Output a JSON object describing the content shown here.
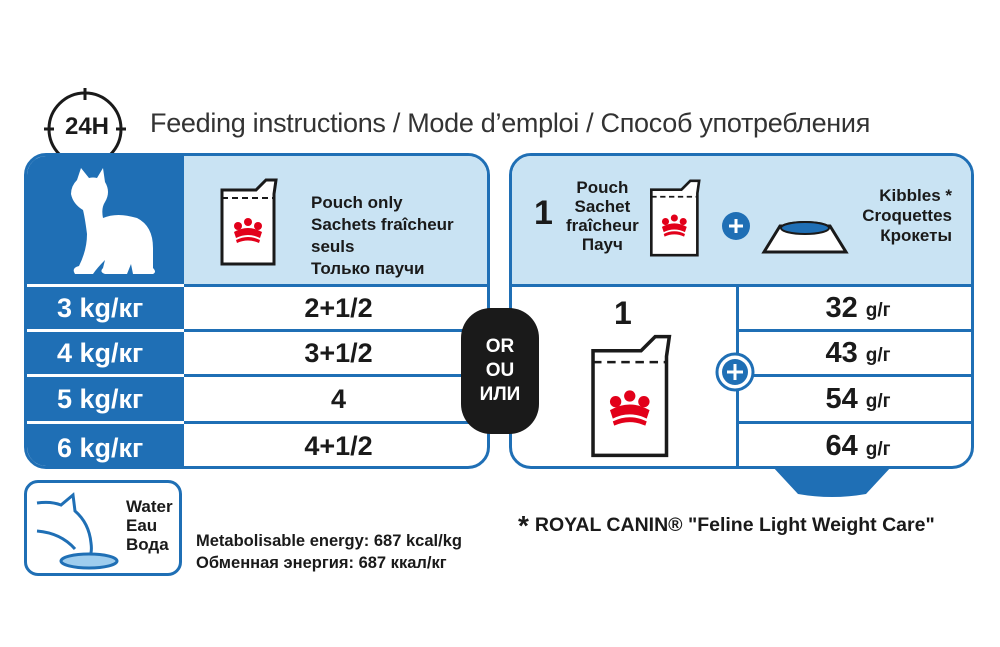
{
  "header": {
    "clock_label": "24H",
    "title": "Feeding instructions / Mode d’emploi / Способ употребления"
  },
  "left_panel": {
    "pouch_label_lines": [
      "Pouch only",
      "Sachets fraîcheur seuls",
      "Только паучи"
    ],
    "rows": [
      {
        "weight": "3 kg/кг",
        "pouches": "2+1/2"
      },
      {
        "weight": "4 kg/кг",
        "pouches": "3+1/2"
      },
      {
        "weight": "5 kg/кг",
        "pouches": "4"
      },
      {
        "weight": "6 kg/кг",
        "pouches": "4+1/2"
      }
    ]
  },
  "or_badge": {
    "lines": [
      "OR",
      "OU",
      "ИЛИ"
    ]
  },
  "right_panel": {
    "pouch_count": "1",
    "pouch_label_lines": [
      "Pouch",
      "Sachet",
      "fraîcheur",
      "Пауч"
    ],
    "kibbles_label_lines": [
      "Kibbles *",
      "Croquettes",
      "Крокеты"
    ],
    "pouch_quantity": "1",
    "unit": "g/г",
    "grams": [
      "32",
      "43",
      "54",
      "64"
    ]
  },
  "water": {
    "lines": [
      "Water",
      "Eau",
      "Вода"
    ]
  },
  "energy": {
    "en": "Metabolisable energy: 687 kcal/kg",
    "ru": "Обменная энергия: 687 ккал/кг"
  },
  "footnote": {
    "asterisk": "*",
    "text": "ROYAL CANIN® \"Feline Light Weight Care\""
  },
  "colors": {
    "brand_blue": "#1f6fb5",
    "light_blue": "#c9e3f3",
    "royal_red": "#e2001a",
    "dark": "#1a1a1a"
  }
}
